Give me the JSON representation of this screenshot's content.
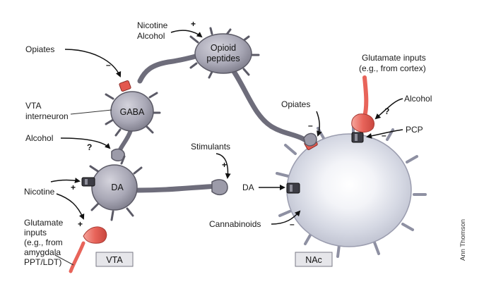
{
  "cells": {
    "gaba": "GABA",
    "da": "DA",
    "opioid": [
      "Opioid",
      "peptides"
    ],
    "nac": "NAc",
    "vta": "VTA"
  },
  "labels": {
    "nicotine_alcohol_top": [
      "Nicotine",
      "Alcohol"
    ],
    "opiates_left": "Opiates",
    "vta_interneuron": [
      "VTA",
      "interneuron"
    ],
    "alcohol_left": "Alcohol",
    "nicotine_left": "Nicotine",
    "glutamate_left": [
      "Glutamate",
      "inputs",
      "(e.g., from",
      "amygdala",
      "PPT/LDT)"
    ],
    "stimulants": "Stimulants",
    "da_release": "DA",
    "cannabinoids": "Cannabinoids",
    "opiates_right": "Opiates",
    "glutamate_right": [
      "Glutamate inputs",
      "(e.g., from cortex)"
    ],
    "alcohol_right": "Alcohol",
    "pcp": "PCP",
    "credit": "Ann Thomson"
  },
  "signs": {
    "plus": "+",
    "minus": "–",
    "question": "?"
  },
  "colors": {
    "cell_fill": "#a9a8b6",
    "cell_stroke": "#5b5a66",
    "nac_fill": "#d9dbe6",
    "nac_core": "#ffffff",
    "glutamate": "#e8645a",
    "receptor_dark": "#3d3d45",
    "receptor_red": "#e3584f",
    "box_fill": "#e6e6ea"
  }
}
